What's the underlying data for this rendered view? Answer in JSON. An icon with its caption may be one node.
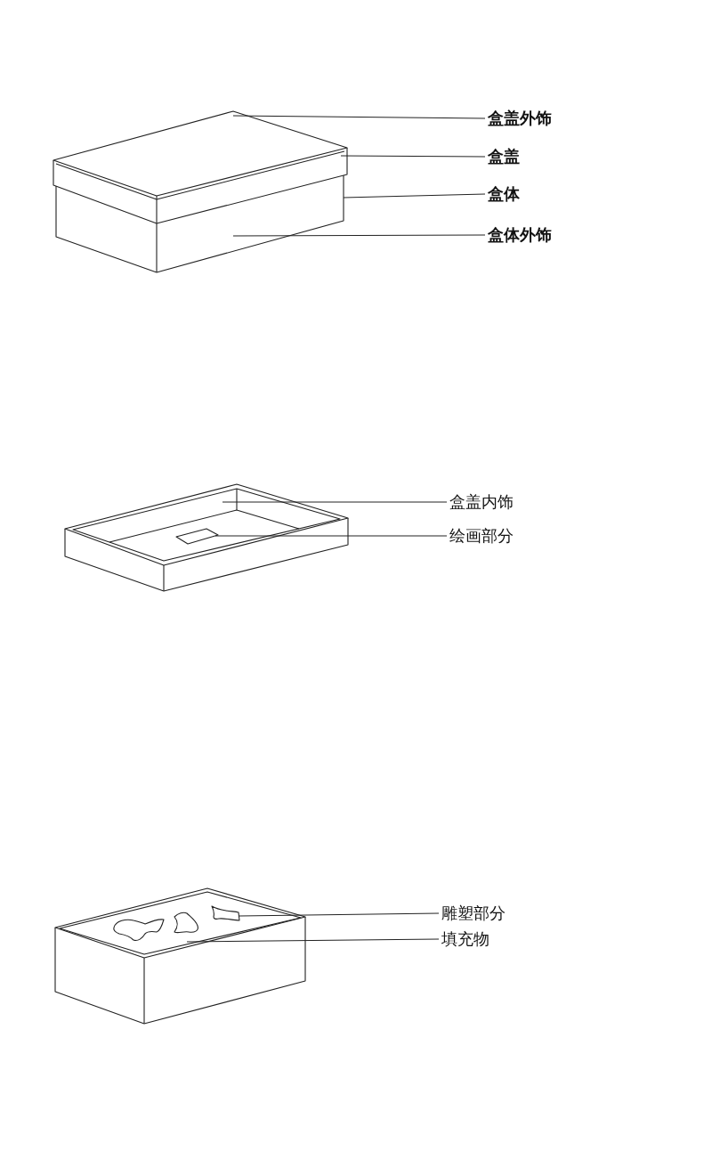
{
  "diagram": {
    "nodes": [
      {
        "text": [
          "盒盖外饰"
        ]
      },
      {
        "text": [
          "盒盖"
        ]
      },
      {
        "text": [
          "盒体"
        ]
      },
      {
        "text": [
          "盒体外饰"
        ]
      },
      {
        "text": [
          "盒盖内饰"
        ]
      },
      {
        "text": [
          "绘画部分"
        ]
      },
      {
        "text": [
          "雕塑部分"
        ]
      },
      {
        "text": [
          "填充物"
        ]
      }
    ],
    "edges": [
      {
        "from": 0,
        "to": null,
        "arrow": "none"
      },
      {
        "from": 1,
        "to": null,
        "arrow": "none"
      },
      {
        "from": 2,
        "to": null,
        "arrow": "none"
      },
      {
        "from": 3,
        "to": null,
        "arrow": "none"
      },
      {
        "from": 4,
        "to": null,
        "arrow": "none"
      },
      {
        "from": 5,
        "to": null,
        "arrow": "none"
      },
      {
        "from": 6,
        "to": null,
        "arrow": "none"
      },
      {
        "from": 7,
        "to": null,
        "arrow": "none"
      }
    ]
  }
}
